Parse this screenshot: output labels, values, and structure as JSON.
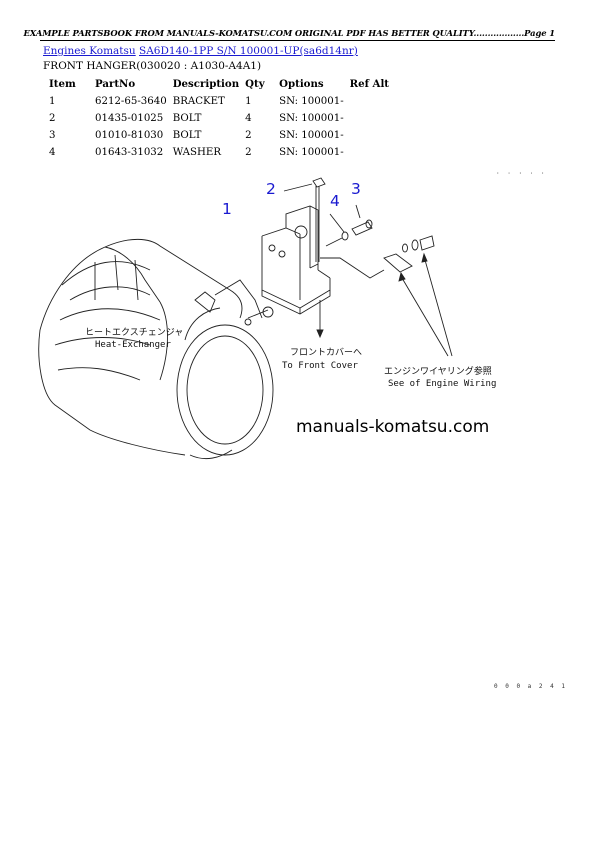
{
  "header": {
    "text": "EXAMPLE PARTSBOOK FROM MANUALS-KOMATSU.COM ORIGINAL PDF HAS BETTER QUALITY..................Page 1"
  },
  "breadcrumb": {
    "link1": "Engines Komatsu",
    "link2": "SA6D140-1PP S/N 100001-UP(sa6d14nr)"
  },
  "subtitle": "FRONT HANGER(030020 : A1030-A4A1)",
  "table": {
    "headers": [
      "Item",
      "PartNo",
      "Description",
      "Qty",
      "Options",
      "Ref Alt"
    ],
    "rows": [
      [
        "1",
        "6212-65-3640",
        "BRACKET",
        "1",
        "SN: 100001-",
        ""
      ],
      [
        "2",
        "01435-01025",
        "BOLT",
        "4",
        "SN: 100001-",
        ""
      ],
      [
        "3",
        "01010-81030",
        "BOLT",
        "2",
        "SN: 100001-",
        ""
      ],
      [
        "4",
        "01643-31032",
        "WASHER",
        "2",
        "SN: 100001-",
        ""
      ]
    ]
  },
  "diagram": {
    "callouts": [
      "1",
      "2",
      "3",
      "4"
    ],
    "heat_exchanger_jp": "ヒートエクスチェンジャ",
    "heat_exchanger_en": "Heat-Exchanger",
    "front_cover_jp": "フロントカバーへ",
    "front_cover_en": "To Front Cover",
    "engine_wiring_jp": "エンジンワイヤリング参照",
    "engine_wiring_en": "See of Engine Wiring",
    "code_top": "· · · · ·",
    "code_bottom": "0 0 0 a 2 4 1"
  },
  "watermark": "manuals-komatsu.com"
}
